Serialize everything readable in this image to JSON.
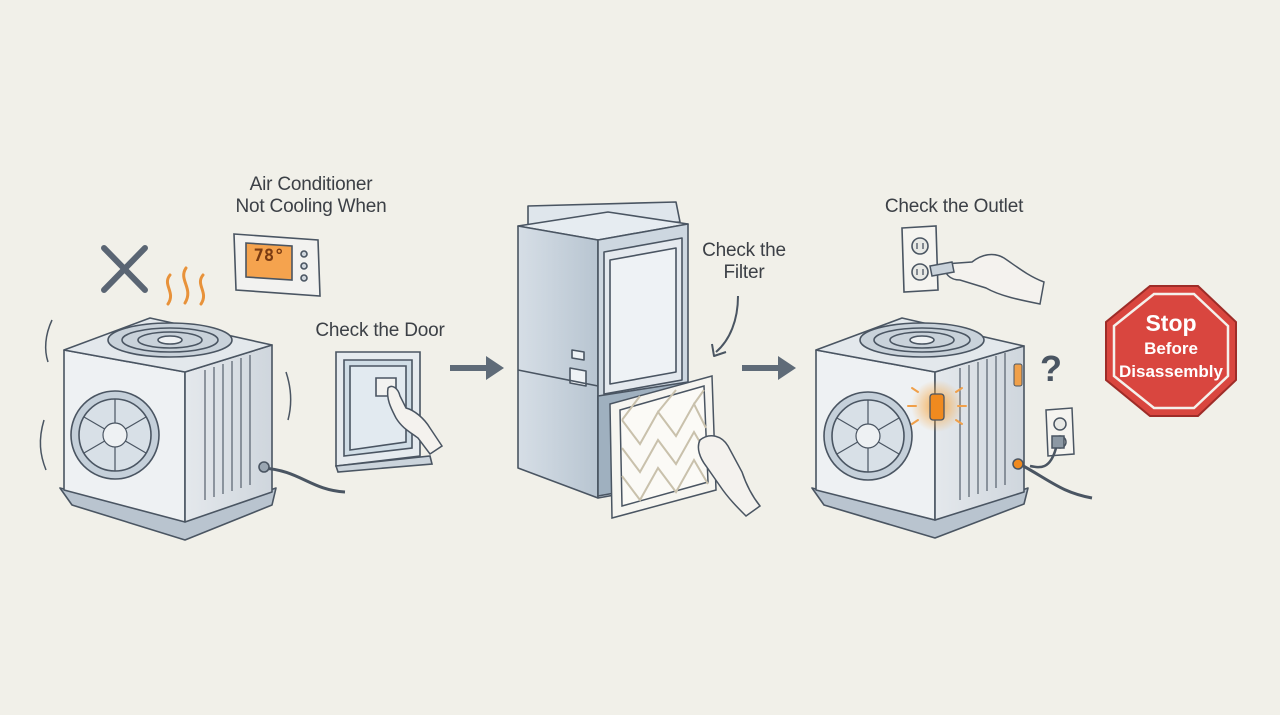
{
  "title": {
    "line1": "Air Conditioner",
    "line2": "Not Cooling When"
  },
  "thermostat": {
    "reading": "78°"
  },
  "steps": {
    "door": "Check the Door",
    "filter_line1": "Check the",
    "filter_line2": "Filter",
    "outlet": "Check the Outlet"
  },
  "unknown_mark": "?",
  "stop_sign": {
    "line1": "Stop",
    "line2": "Before",
    "line3": "Disassembly",
    "color": "#d9463f"
  },
  "colors": {
    "background": "#f1f0e9",
    "ink": "#4a5562",
    "unit_body": "#e9ecef",
    "metal_blue": "#c7d3de",
    "warm_orange": "#e8923a",
    "arrow": "#5f6b78"
  },
  "icons": [
    "x-mark-icon",
    "heat-waves-icon",
    "thermostat-icon",
    "hand-icon",
    "question-mark-icon",
    "stop-sign-icon",
    "arrow-right-icon"
  ]
}
